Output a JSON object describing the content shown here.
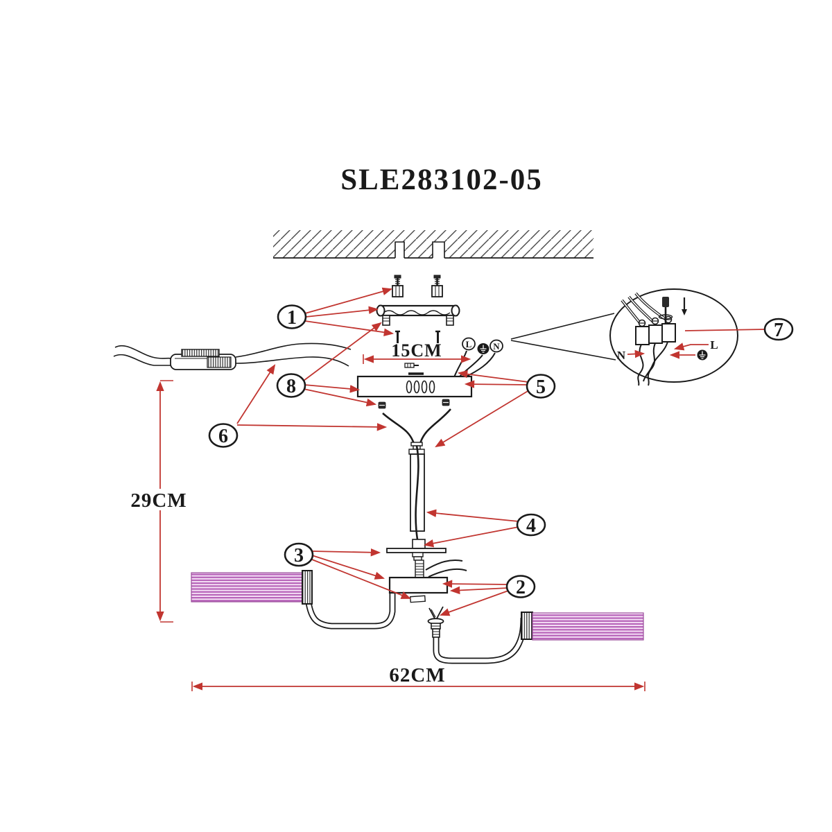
{
  "title": "SLE283102-05",
  "dimensions": {
    "canopy": "15CM",
    "height": "29CM",
    "width": "62CM"
  },
  "wiring_symbols": {
    "live": "L",
    "neutral": "N",
    "ground_icon": "earth-ground-symbol"
  },
  "detail_view": {
    "live": "L",
    "neutral": "N",
    "screwdriver_icon": "screwdriver-icon",
    "insert_arrow_icon": "down-arrow-icon",
    "ground_icon": "earth-ground-symbol"
  },
  "callouts": [
    "1",
    "2",
    "3",
    "4",
    "5",
    "6",
    "7",
    "8"
  ],
  "colors": {
    "leader_red": "#c13530",
    "line_black": "#1a1a1a",
    "shade_stripe_dark": "#b763b9",
    "shade_stripe_light": "#f6e3f7",
    "shade_outline": "#9a4d9a"
  }
}
